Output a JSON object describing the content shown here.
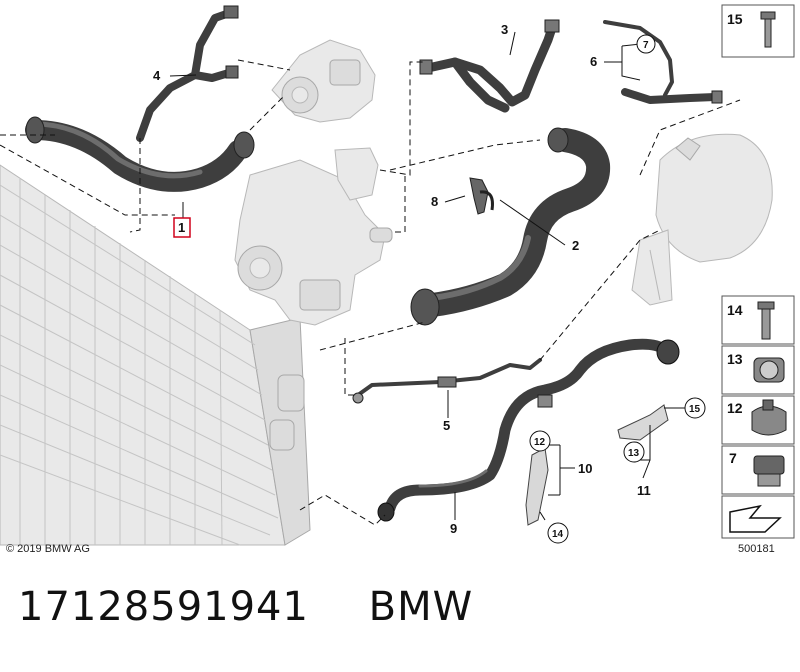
{
  "diagram": {
    "callouts": {
      "c1": "1",
      "c2": "2",
      "c3": "3",
      "c4": "4",
      "c5": "5",
      "c6": "6",
      "c7": "7",
      "c8": "8",
      "c9": "9",
      "c10": "10",
      "c11": "11",
      "c12": "12",
      "c13": "13",
      "c14": "14",
      "c15": "15"
    },
    "side_panel": {
      "items": [
        "15",
        "14",
        "13",
        "12",
        "7"
      ],
      "image_number": "500181"
    },
    "copyright": "© 2019 BMW AG"
  },
  "footer": {
    "part_number": "17128591941",
    "brand": "BMW"
  },
  "colors": {
    "hose": "#3e3e3e",
    "highlight_box": "#d0021b",
    "ghost_parts": "#e9e9e9"
  }
}
